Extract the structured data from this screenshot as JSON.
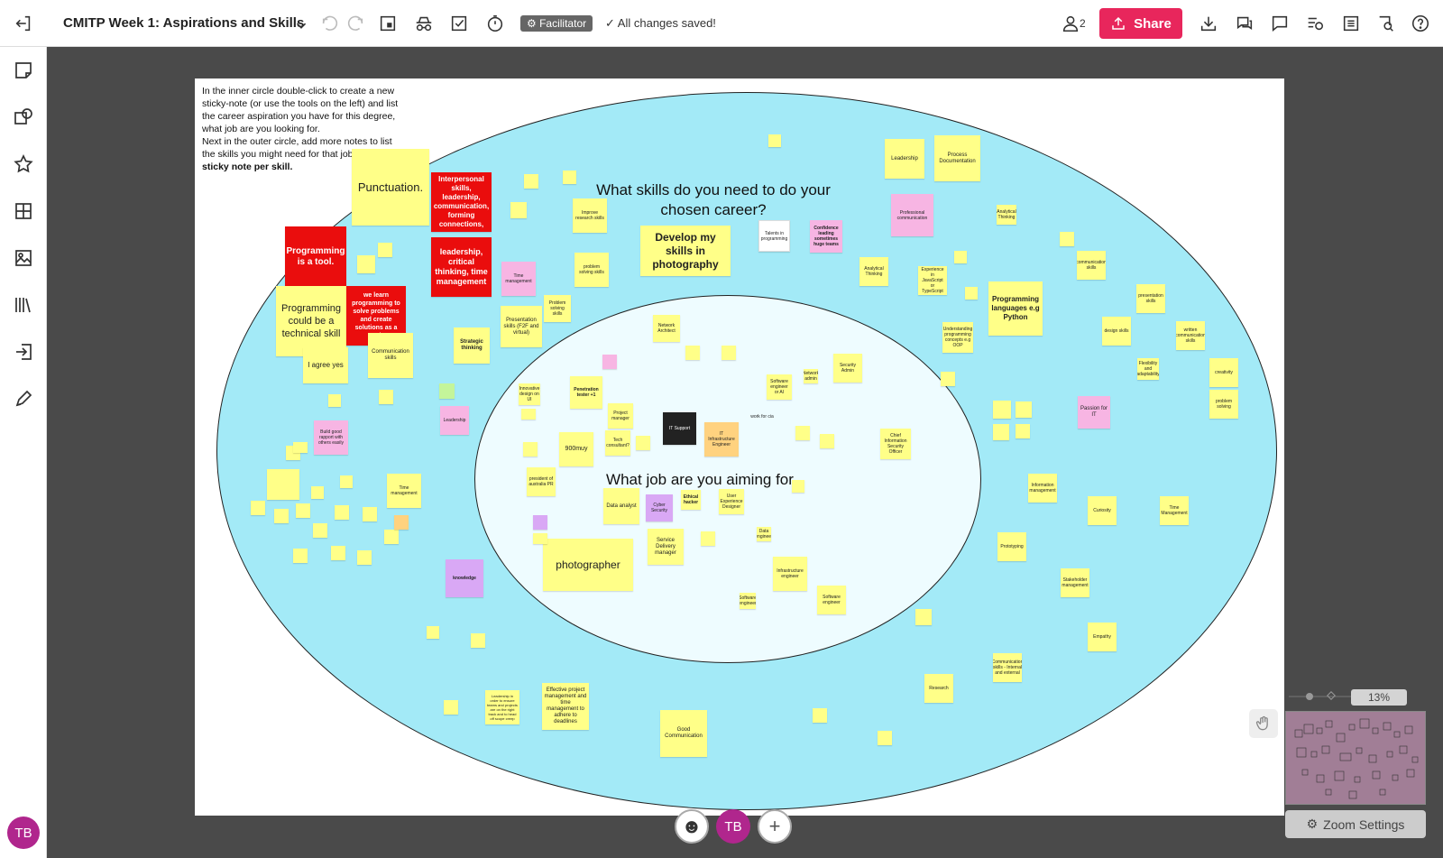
{
  "topbar": {
    "title": "CMITP Week 1: Aspirations and Skills",
    "facilitator_label": "Facilitator",
    "save_status": "All changes saved!",
    "share_label": "Share",
    "user_count": "2"
  },
  "user": {
    "initials": "TB"
  },
  "instructions": {
    "line1": "In the inner circle double-click to create a new sticky-note (or use the tools on the left) and list the career aspiration you have for this degree, what job are you looking for.",
    "line2": "Next in the outer circle, add more notes to list the skills you might need for that job,",
    "line2_bold": "one sticky note per skill."
  },
  "headings": {
    "outer": "What skills do you need to do your chosen career?",
    "inner": "What job are you aiming for"
  },
  "notes": {
    "punctuation": "Punctuation.",
    "interpersonal": "Interpersonal skills, leadership, communication, forming connections,",
    "leadership_critical": "leadership, critical thinking, time management",
    "programming_tool": "Programming is a tool.",
    "programming_technical": "Programming could be a technical skill",
    "learn_programming": "we learn programming to solve problems and create solutions as a tool.",
    "agree": "I agree yes",
    "communication_skills": "Communication skills",
    "improve_research": "Improve research skills",
    "problem_solving": "problem solving skills",
    "time_management_pink": "Time management",
    "presentation_skills": "Presentation skills (F2F and virtual)",
    "problem_solving_2": "Problem solving skills",
    "strategic_thinking": "Strategic thinking",
    "develop_photography": "Develop my skills in photography",
    "talents_programming": "Talents in programming",
    "confidence": "Confidence leading sometimes huge teams",
    "leadership": "Leadership",
    "process_documentation": "Process Documentation",
    "professional_communication": "Professional communication",
    "analytical_thinking": "Analytical Thinking",
    "analytical_thinking_2": "Analytical Thinking",
    "experience_js": "Experience in JavaScript or TypeScript",
    "programming_languages": "Programming languages e.g Python",
    "understanding_programming": "Understanding programming concepts e.g OOP",
    "communication_skills_2": "communication skills",
    "design_skills": "design skills",
    "presentation_skills_2": "presentation skills",
    "written_communication": "written communication skills",
    "creativity": "creativity",
    "flexibility": "Flexibility and adaptability",
    "problem_solving_3": "problem solving",
    "passion_it": "Passion for IT",
    "information_management": "Information management",
    "curiosity": "Curiosity",
    "time_management_2": "Time Management",
    "prototyping": "Prototyping",
    "stakeholder": "Stakeholder management",
    "empathy": "Empathy",
    "communication_skills_3": "Communication skills - Internal and external",
    "research": "Research",
    "good_communication": "Good Communication",
    "effective_pm": "Effective project management and time management to adhere to deadlines",
    "leadership_teams": "Leadership in order to ensure teams and projects are on the right track and to head off scope creep",
    "knowledge": "knowledge",
    "time_management_3": "Time management",
    "build_rapport": "Build good rapport with others easily",
    "leadership_pink": "Leadership",
    "network_architect": "Network Architect",
    "software_engineer_ai": "Software engineer or AI",
    "security_admin": "Security Admin",
    "innovative_design": "Innovative design on UI",
    "penetration_tester": "Penetration tester +1",
    "project_manager": "Project manager",
    "tech_consultant": "Tech consultant?",
    "it_support": "IT Support",
    "it_infrastructure": "IT Infrastructure Engineer",
    "work_for_cia": "work for cia",
    "ciso": "Chief Information Security Officer",
    "president": "president of australia PR",
    "data_analyst": "Data analyst",
    "cyber_security": "Cyber Security",
    "ethical_hacker": "Ethical hacker",
    "ux_designer": "User Experience Designer",
    "photographer": "photographer",
    "service_delivery": "Service Delivery manager",
    "infrastructure_engineer": "Infrastructure engineer",
    "software_engineer": "Software engineer",
    "software_engineer_2": "Software engineer",
    "data_engineer": "Data engineer",
    "network_admin": "Network admin",
    "dots": "900muy"
  },
  "zoom": {
    "percent": "13%",
    "settings_label": "Zoom Settings"
  },
  "colors": {
    "accent": "#e8265c",
    "outer_circle": "#a3eaf7",
    "inner_circle": "#eefcff",
    "sticky": "#ffff88",
    "red_note": "#ea0d0d",
    "avatar": "#b0268d"
  }
}
